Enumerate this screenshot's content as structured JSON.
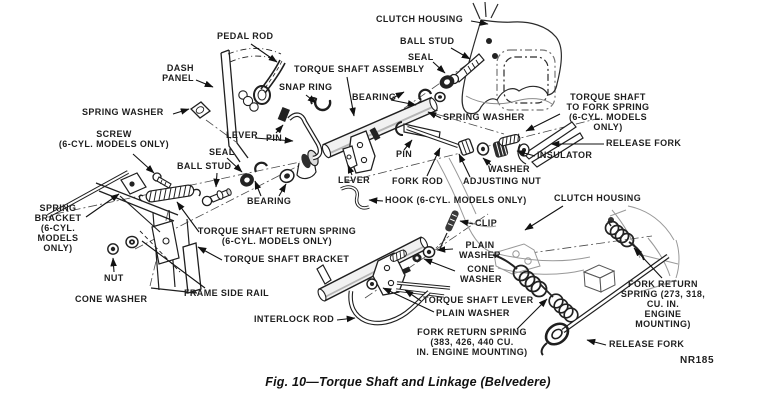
{
  "figure": {
    "caption": "Fig. 10—Torque Shaft and Linkage (Belvedere)",
    "drawing_number": "NR185"
  },
  "labels": {
    "clutch_housing_top": "CLUTCH HOUSING",
    "pedal_rod": "PEDAL ROD",
    "ball_stud_right": "BALL STUD",
    "seal_right": "SEAL",
    "dash_panel": "DASH\nPANEL",
    "torque_shaft_assembly": "TORQUE SHAFT ASSEMBLY",
    "snap_ring": "SNAP RING",
    "bearing_top": "BEARING",
    "spring_washer_left": "SPRING WASHER",
    "spring_washer_right": "SPRING WASHER",
    "torque_shaft_to_fork_spring": "TORQUE SHAFT\nTO FORK SPRING\n(6-CYL. MODELS\nONLY)",
    "lever_left": "LEVER",
    "pin_left": "PIN",
    "release_fork_top": "RELEASE FORK",
    "screw": "SCREW\n(6-CYL. MODELS ONLY)",
    "insulator": "INSULATOR",
    "seal_left": "SEAL",
    "pin_right": "PIN",
    "washer_right": "WASHER",
    "ball_stud_left": "BALL STUD",
    "adjusting_nut": "ADJUSTING NUT",
    "lever_center": "LEVER",
    "fork_rod": "FORK ROD",
    "bearing_left": "BEARING",
    "hook": "HOOK (6-CYL. MODELS ONLY)",
    "clutch_housing_lower": "CLUTCH HOUSING",
    "spring_bracket": "SPRING\nBRACKET\n(6-CYL.\nMODELS\nONLY)",
    "clip": "CLIP",
    "torque_shaft_return_spring": "TORQUE SHAFT RETURN SPRING\n(6-CYL. MODELS ONLY)",
    "plain_washer_upper": "PLAIN\nWASHER",
    "torque_shaft_bracket": "TORQUE SHAFT BRACKET",
    "cone_washer_right": "CONE\nWASHER",
    "nut": "NUT",
    "frame_side_rail": "FRAME SIDE RAIL",
    "torque_shaft_lever": "TORQUE SHAFT LEVER",
    "plain_washer_lower": "PLAIN WASHER",
    "interlock_rod": "INTERLOCK ROD",
    "fork_return_spring_383": "FORK RETURN SPRING\n(383, 426, 440 CU.\nIN. ENGINE MOUNTING)",
    "fork_return_spring_273": "FORK RETURN\nSPRING (273, 318,\nCU. IN.\nENGINE MOUNTING)",
    "release_fork_bottom": "RELEASE FORK",
    "cone_washer_left": "CONE WASHER"
  }
}
